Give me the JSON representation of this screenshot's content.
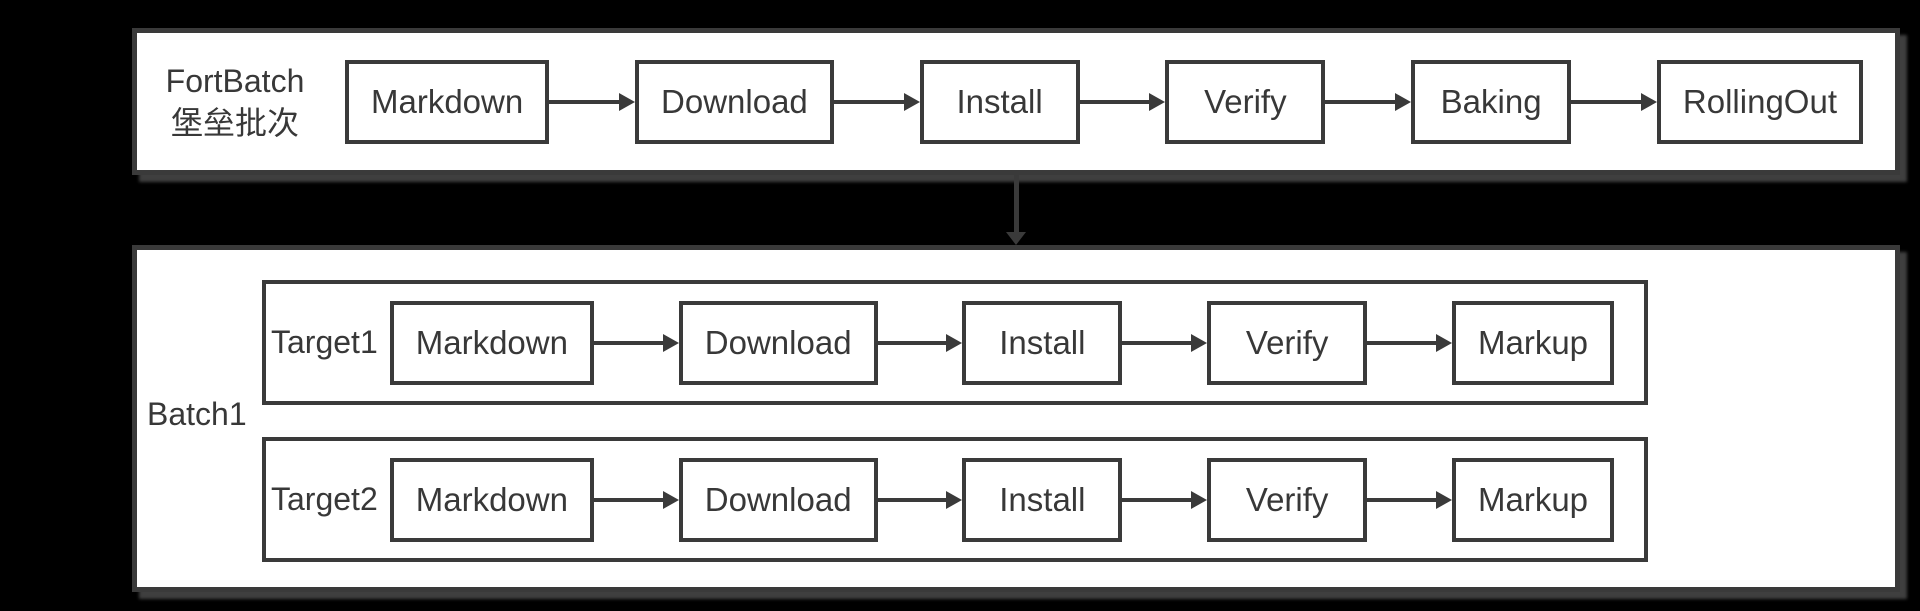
{
  "colors": {
    "background": "#000000",
    "panel_fill": "#ffffff",
    "line": "#3a3a3a",
    "text": "#383838"
  },
  "fortbatch_panel": {
    "label_line1": "FortBatch",
    "label_line2": "堡垒批次",
    "stages": [
      "Markdown",
      "Download",
      "Install",
      "Verify",
      "Baking",
      "RollingOut"
    ]
  },
  "connector": {
    "type": "arrow-down"
  },
  "batch_panel": {
    "label": "Batch1",
    "targets": [
      {
        "label": "Target1",
        "stages": [
          "Markdown",
          "Download",
          "Install",
          "Verify",
          "Markup"
        ]
      },
      {
        "label": "Target2",
        "stages": [
          "Markdown",
          "Download",
          "Install",
          "Verify",
          "Markup"
        ]
      }
    ]
  }
}
